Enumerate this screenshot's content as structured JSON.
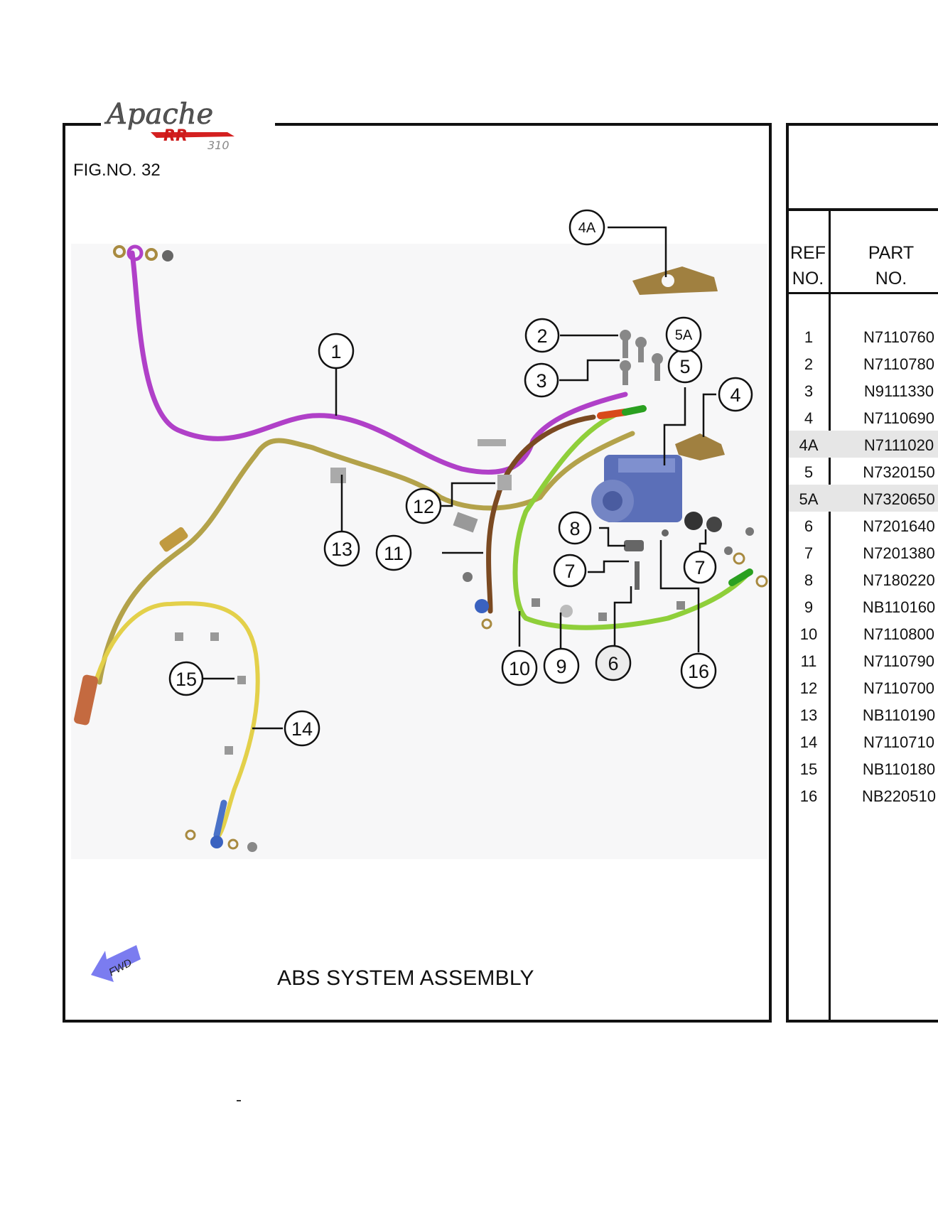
{
  "figure": {
    "brand": "Apache RR 310",
    "fig_no": "FIG.NO. 32",
    "caption": "ABS SYSTEM ASSEMBLY",
    "fwd_label": "FWD"
  },
  "callouts": [
    "1",
    "2",
    "3",
    "4",
    "4A",
    "5",
    "5A",
    "6",
    "7",
    "7",
    "8",
    "9",
    "10",
    "11",
    "12",
    "13",
    "14",
    "15",
    "16"
  ],
  "table": {
    "header_ref_line1": "REF",
    "header_ref_line2": "NO.",
    "header_part_line1": "PART",
    "header_part_line2": "NO.",
    "rows": [
      {
        "ref": "1",
        "part": "N7110760",
        "highlight": false
      },
      {
        "ref": "2",
        "part": "N7110780",
        "highlight": false
      },
      {
        "ref": "3",
        "part": "N9111330",
        "highlight": false
      },
      {
        "ref": "4",
        "part": "N7110690",
        "highlight": false
      },
      {
        "ref": "4A",
        "part": "N7111020",
        "highlight": true
      },
      {
        "ref": "5",
        "part": "N7320150",
        "highlight": false
      },
      {
        "ref": "5A",
        "part": "N7320650",
        "highlight": true
      },
      {
        "ref": "6",
        "part": "N7201640",
        "highlight": false
      },
      {
        "ref": "7",
        "part": "N7201380",
        "highlight": false
      },
      {
        "ref": "8",
        "part": "N7180220",
        "highlight": false
      },
      {
        "ref": "9",
        "part": "NB110160",
        "highlight": false
      },
      {
        "ref": "10",
        "part": "N7110800",
        "highlight": false
      },
      {
        "ref": "11",
        "part": "N7110790",
        "highlight": false
      },
      {
        "ref": "12",
        "part": "N7110700",
        "highlight": false
      },
      {
        "ref": "13",
        "part": "NB110190",
        "highlight": false
      },
      {
        "ref": "14",
        "part": "N7110710",
        "highlight": false
      },
      {
        "ref": "15",
        "part": "NB110180",
        "highlight": false
      },
      {
        "ref": "16",
        "part": "NB220510",
        "highlight": false
      }
    ]
  },
  "colors": {
    "hose_1": "#b040c8",
    "hose_12": "#b3a24a",
    "hose_11": "#7b4a22",
    "hose_10": "#8fcf3a",
    "hose_14": "#e3d04a",
    "abs_unit": "#5b6fb8",
    "bracket": "#a08040",
    "fwd_arrow": "#7b7cf0",
    "row_highlight": "#e6e6e6"
  }
}
